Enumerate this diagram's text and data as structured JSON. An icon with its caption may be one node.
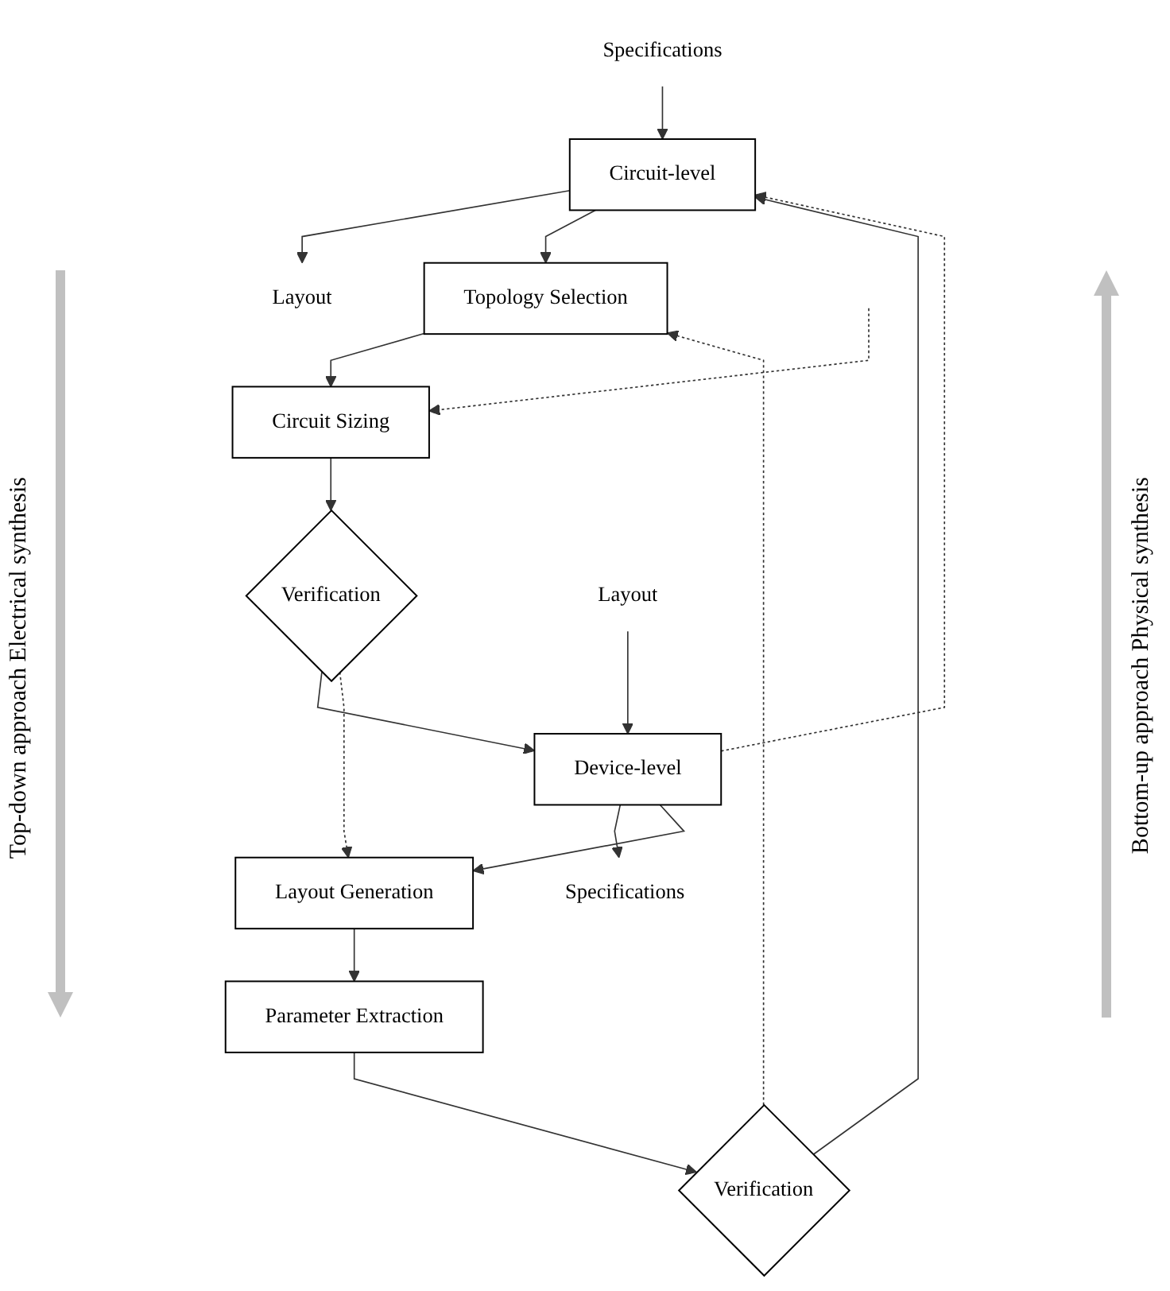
{
  "diagram": {
    "nodes": [
      {
        "text": [
          "Specifications"
        ]
      },
      {
        "text": [
          "Layout"
        ]
      },
      {
        "text": [
          "Circuit-level"
        ]
      },
      {
        "text": [
          "Topology Selection"
        ]
      },
      {
        "text": [
          "Circuit Sizing"
        ]
      },
      {
        "text": [
          "Verification"
        ]
      },
      {
        "text": [
          "Verification"
        ]
      },
      {
        "text": [
          "Parameter Extraction"
        ]
      },
      {
        "text": [
          "Layout Generation"
        ]
      },
      {
        "text": [
          "Device-level"
        ]
      },
      {
        "text": [
          "Specifications"
        ]
      },
      {
        "text": [
          "Layout"
        ]
      }
    ],
    "edges": [
      {
        "from": 0,
        "to": 2,
        "arrow": "to"
      },
      {
        "from": 2,
        "to": 1,
        "arrow": "to"
      },
      {
        "from": 2,
        "to": 3,
        "arrow": "to"
      },
      {
        "from": 3,
        "to": 4,
        "arrow": "to"
      },
      {
        "from": 4,
        "to": 5,
        "arrow": "to"
      },
      {
        "from": 5,
        "to": 9,
        "arrow": "to"
      },
      {
        "from": 9,
        "to": 10,
        "arrow": "to"
      },
      {
        "from": 11,
        "to": 9,
        "arrow": "to"
      },
      {
        "from": 9,
        "to": 8,
        "arrow": "to"
      },
      {
        "from": 8,
        "to": 7,
        "arrow": "to"
      },
      {
        "from": 7,
        "to": 6,
        "arrow": "to"
      },
      {
        "from": 6,
        "to": 2,
        "arrow": "to"
      },
      {
        "from": 9,
        "to": 2,
        "arrow": "to",
        "style": "dashed"
      },
      {
        "from": 6,
        "to": 3,
        "arrow": "to",
        "style": "dashed"
      },
      {
        "from": null,
        "to": 4,
        "arrow": "to",
        "style": "dashed"
      },
      {
        "from": 5,
        "to": 8,
        "arrow": "to",
        "style": "dashed"
      }
    ],
    "labels": [
      "Top-down approach Electrical synthesis",
      "Bottom-up approach Physical synthesis"
    ]
  }
}
